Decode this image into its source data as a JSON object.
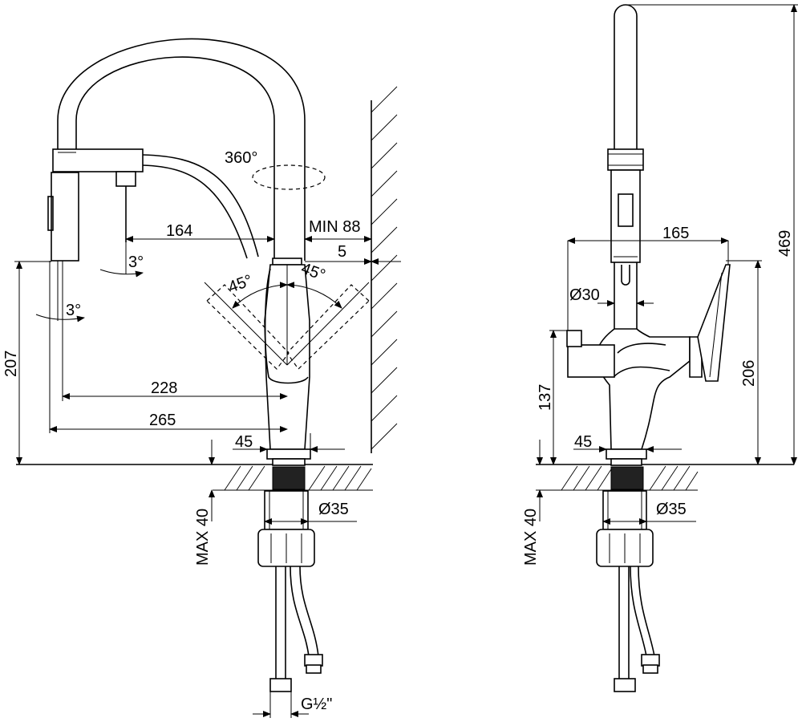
{
  "labels": {
    "rotation": "360°",
    "min_wall": "MIN 88",
    "reach_164": "164",
    "wall_5": "5",
    "tilt_3_top": "3°",
    "tilt_3_left": "3°",
    "angle_left": "45°",
    "angle_right": "45°",
    "height_207": "207",
    "reach_228": "228",
    "reach_265": "265",
    "base_45_left": "45",
    "dia_35_left": "Ø35",
    "max_40_left": "MAX 40",
    "thread": "G½\"",
    "width_165": "165",
    "dia_30": "Ø30",
    "height_469": "469",
    "height_206": "206",
    "height_137": "137",
    "base_45_right": "45",
    "dia_35_right": "Ø35",
    "max_40_right": "MAX 40"
  }
}
